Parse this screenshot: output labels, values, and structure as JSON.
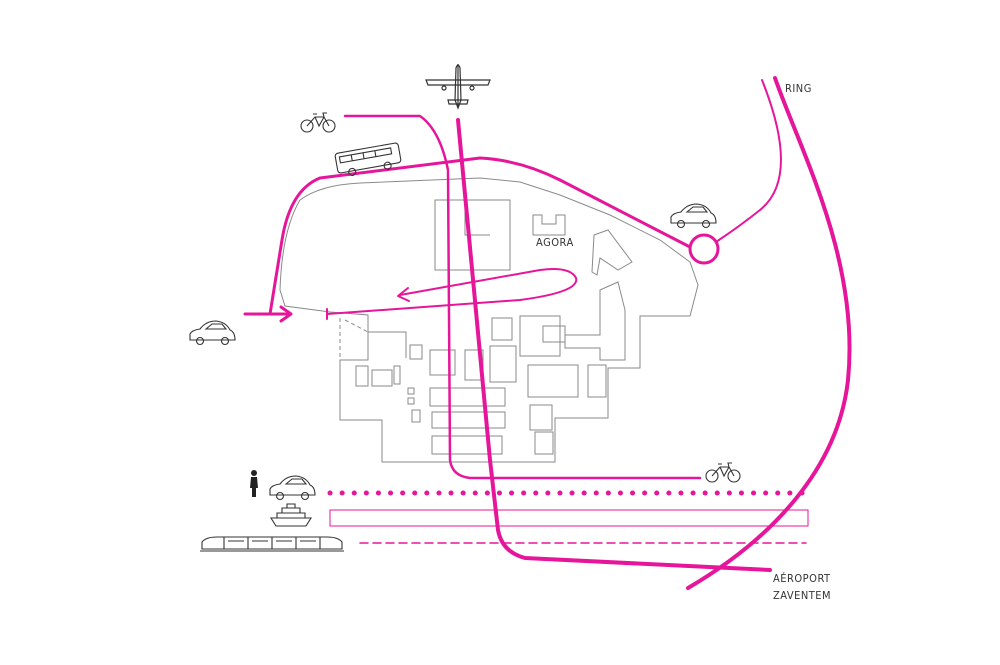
{
  "labels": {
    "ring": "RING",
    "agora": "AGORA",
    "airport_line1": "AÉROPORT",
    "airport_line2": "ZAVENTEM"
  },
  "colors": {
    "accent": "#e6169a",
    "building_outline": "#7a7a7a",
    "icon_stroke": "#333333",
    "background": "#ffffff"
  },
  "icons": [
    "airplane-icon",
    "bicycle-icon",
    "bus-icon",
    "car-icon",
    "pedestrian-icon",
    "boat-icon",
    "train-icon"
  ]
}
